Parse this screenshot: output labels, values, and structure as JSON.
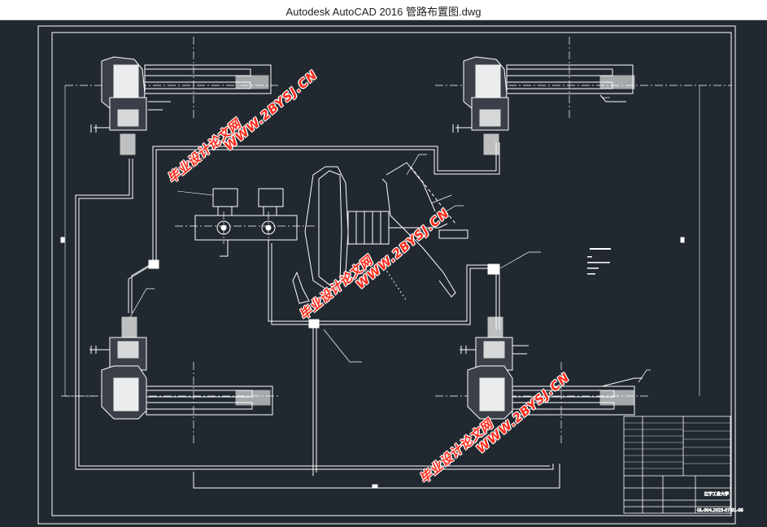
{
  "window": {
    "title": "Autodesk AutoCAD 2016     管路布置图.dwg"
  },
  "watermarks": [
    {
      "text": "毕业设计论文网"
    },
    {
      "text": "WWW.2BYSJ.CN"
    },
    {
      "text": "毕业设计论文网"
    },
    {
      "text": "WWW.2BYSJ.CN"
    },
    {
      "text": "毕业设计论文网"
    },
    {
      "text": "WWW.2BYSJ.CN"
    }
  ],
  "title_block": {
    "school": "辽宁工业大学",
    "drawing_no": "GL-004.2023-07-01-06"
  },
  "colors": {
    "background": "#212830",
    "lines": "#ffffff",
    "watermark": "#ff2a1a"
  }
}
